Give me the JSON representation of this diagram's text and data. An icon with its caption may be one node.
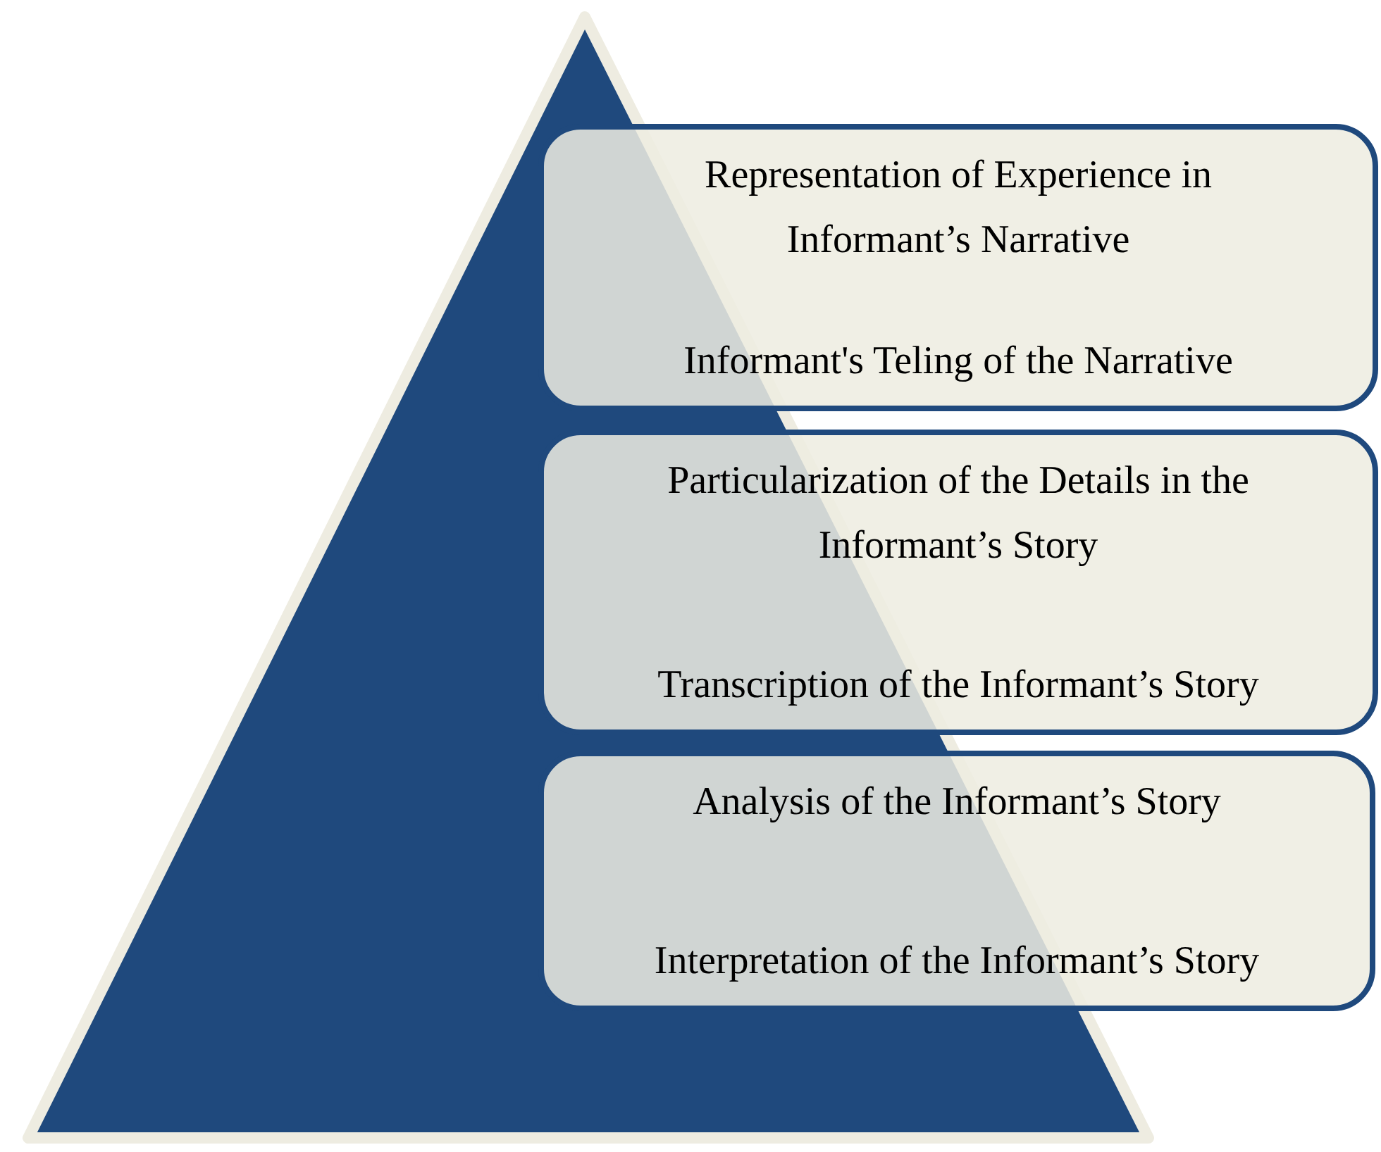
{
  "diagram": {
    "nodes": [
      {
        "text": [],
        "shape": "triangle"
      },
      {
        "text": [
          "Representation of Experience in Informant’s Narrative",
          "Informant's Teling of the Narrative"
        ]
      },
      {
        "text": [
          "Particularization of the Details in the Informant’s Story",
          "Transcription of the Informant’s Story"
        ]
      },
      {
        "text": [
          "Analysis of the Informant’s Story",
          "Interpretation of the Informant’s Story"
        ]
      }
    ]
  }
}
